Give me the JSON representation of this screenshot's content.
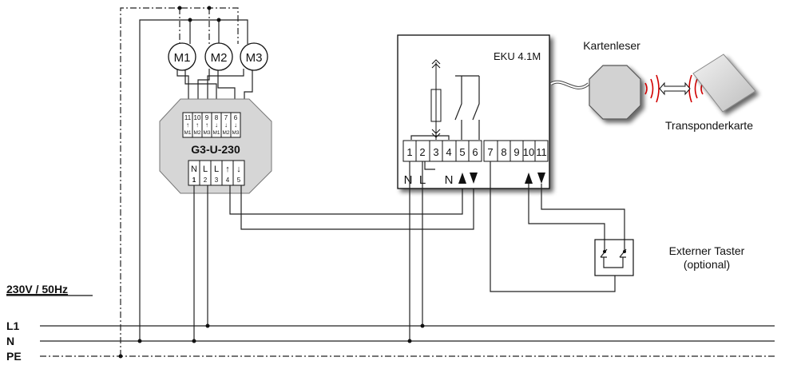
{
  "supply": {
    "label": "230V / 50Hz",
    "lines": [
      "L1",
      "N",
      "PE"
    ]
  },
  "motors": [
    "M1",
    "M2",
    "M3"
  ],
  "controller": {
    "name": "G3-U-230",
    "top_terminals": [
      {
        "num": "11",
        "arrow": "↑",
        "sub": "M1"
      },
      {
        "num": "10",
        "arrow": "↑",
        "sub": "M2"
      },
      {
        "num": "9",
        "arrow": "↑",
        "sub": "M3"
      },
      {
        "num": "8",
        "arrow": "↓",
        "sub": "M1"
      },
      {
        "num": "7",
        "arrow": "↓",
        "sub": "M2"
      },
      {
        "num": "6",
        "arrow": "↓",
        "sub": "M3"
      }
    ],
    "bottom_terminals": [
      {
        "top": "N",
        "sub": "1"
      },
      {
        "top": "L",
        "sub": "2"
      },
      {
        "top": "L",
        "sub": "3"
      },
      {
        "top": "↑",
        "sub": "4"
      },
      {
        "top": "↓",
        "sub": "5"
      }
    ]
  },
  "eku": {
    "name": "EKU 4.1M",
    "terminals": [
      "1",
      "2",
      "3",
      "4",
      "5",
      "6",
      "7",
      "8",
      "9",
      "10",
      "11"
    ],
    "labels": [
      "N",
      "L",
      "N"
    ]
  },
  "card_reader": {
    "label": "Kartenleser"
  },
  "transponder": {
    "label": "Transponderkarte"
  },
  "button": {
    "label_line1": "Externer Taster",
    "label_line2": "(optional)"
  }
}
